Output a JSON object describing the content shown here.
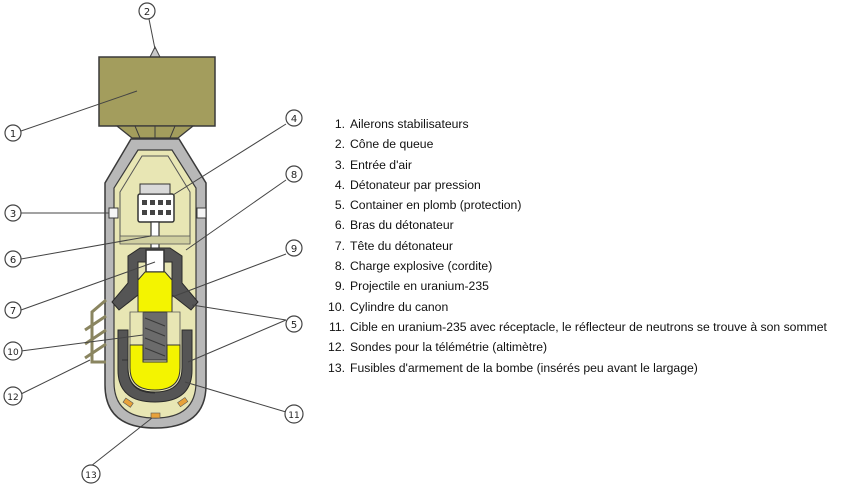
{
  "legend": [
    {
      "num": "1.",
      "text": "Ailerons stabilisateurs"
    },
    {
      "num": "2.",
      "text": "Cône de queue"
    },
    {
      "num": "3.",
      "text": "Entrée d'air"
    },
    {
      "num": "4.",
      "text": "Détonateur par pression"
    },
    {
      "num": "5.",
      "text": "Container en plomb (protection)"
    },
    {
      "num": "6.",
      "text": "Bras du détonateur"
    },
    {
      "num": "7.",
      "text": "Tête du détonateur"
    },
    {
      "num": "8.",
      "text": "Charge explosive (cordite)"
    },
    {
      "num": "9.",
      "text": "Projectile en uranium-235"
    },
    {
      "num": "10.",
      "text": "Cylindre du canon"
    },
    {
      "num": "11.",
      "text": "Cible en uranium-235 avec réceptacle, le réflecteur de neutrons se trouve à son sommet"
    },
    {
      "num": "12.",
      "text": "Sondes pour la télémétrie (altimètre)"
    },
    {
      "num": "13.",
      "text": "Fusibles d'armement de la bombe (insérés peu avant le largage)"
    }
  ],
  "callouts": [
    "1",
    "2",
    "3",
    "4",
    "5",
    "6",
    "7",
    "8",
    "9",
    "10",
    "11",
    "12",
    "13"
  ],
  "colors": {
    "tail_fins": "#a39d5d",
    "casing": "#b8b8b8",
    "inner_fill": "#e8e6b4",
    "lead_container": "#555555",
    "uranium": "#f4f400",
    "outline": "#3a3a3a"
  }
}
